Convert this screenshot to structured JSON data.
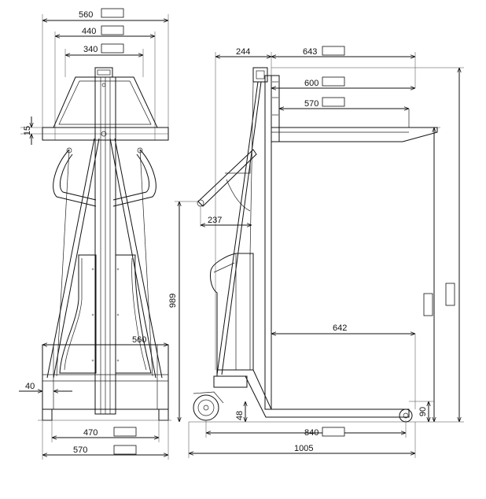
{
  "front_view": {
    "dims": {
      "top_width": "560",
      "mid_width": "440",
      "inner_width": "340",
      "flange": "15",
      "base_width": "560",
      "wheel_offset": "40",
      "wheel_track": "470",
      "overall_width": "570"
    }
  },
  "side_view": {
    "dims": {
      "mast_offset": "244",
      "platform_reach": "643",
      "platform_length_a": "600",
      "platform_length_b": "570",
      "handle_reach": "237",
      "handle_height": "989",
      "leg_length": "642",
      "wheel_height": "48",
      "base_height": "90",
      "wheelbase": "840",
      "overall_length": "1005"
    }
  }
}
